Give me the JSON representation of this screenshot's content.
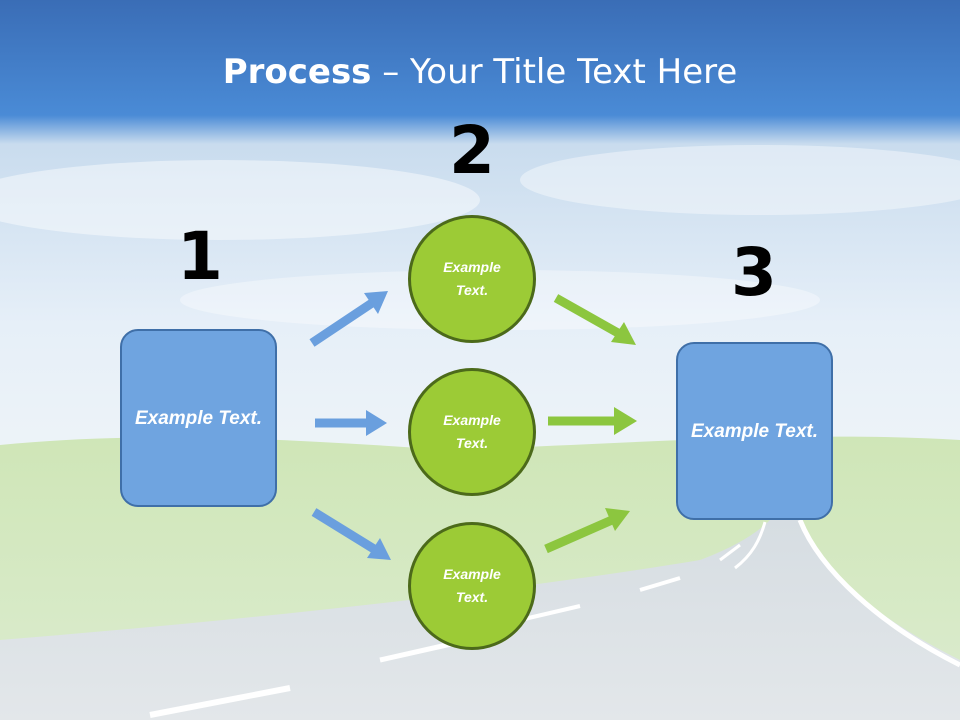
{
  "slide": {
    "title_bold": "Process",
    "title_rest": " – Your Title Text Here",
    "steps": [
      {
        "number": "1",
        "text": "Example Text."
      },
      {
        "number": "2",
        "nodes": [
          "Example Text.",
          "Example Text.",
          "Example Text."
        ]
      },
      {
        "number": "3",
        "text": "Example Text."
      }
    ]
  },
  "colors": {
    "sky_top": "#3f76c0",
    "box_fill": "#6fa4e0",
    "circle_fill": "#9ccb36",
    "blue_arrow": "#6a9fde",
    "green_arrow": "#8cc63f"
  }
}
